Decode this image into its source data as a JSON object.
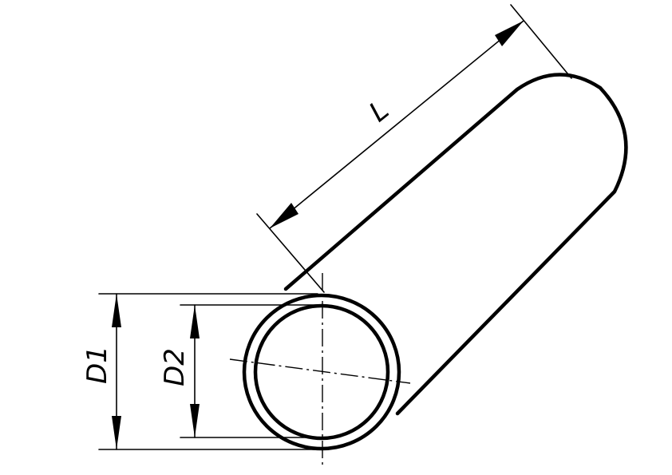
{
  "drawing": {
    "labels": {
      "length": "L",
      "outer_diameter": "D1",
      "inner_diameter": "D2"
    },
    "colors": {
      "line": "#000000",
      "background": "#ffffff"
    }
  }
}
